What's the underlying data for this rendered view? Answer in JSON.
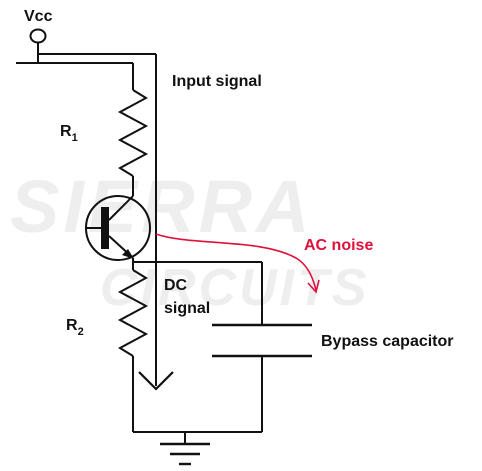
{
  "diagram": {
    "supply_label": "Vcc",
    "input_signal_label": "Input signal",
    "r1": {
      "letter": "R",
      "subscript": "1"
    },
    "r2": {
      "letter": "R",
      "subscript": "2"
    },
    "ac_noise_label": "AC noise",
    "dc_label_line1": "DC",
    "dc_label_line2": "signal",
    "bypass_capacitor_label": "Bypass capacitor"
  },
  "watermark": {
    "line1": "SIERRA",
    "line2": "CIRCUITS"
  },
  "colors": {
    "wire": "#111111",
    "text": "#111111",
    "ac_noise": "#e0103a",
    "watermark": "#eeeeee"
  }
}
